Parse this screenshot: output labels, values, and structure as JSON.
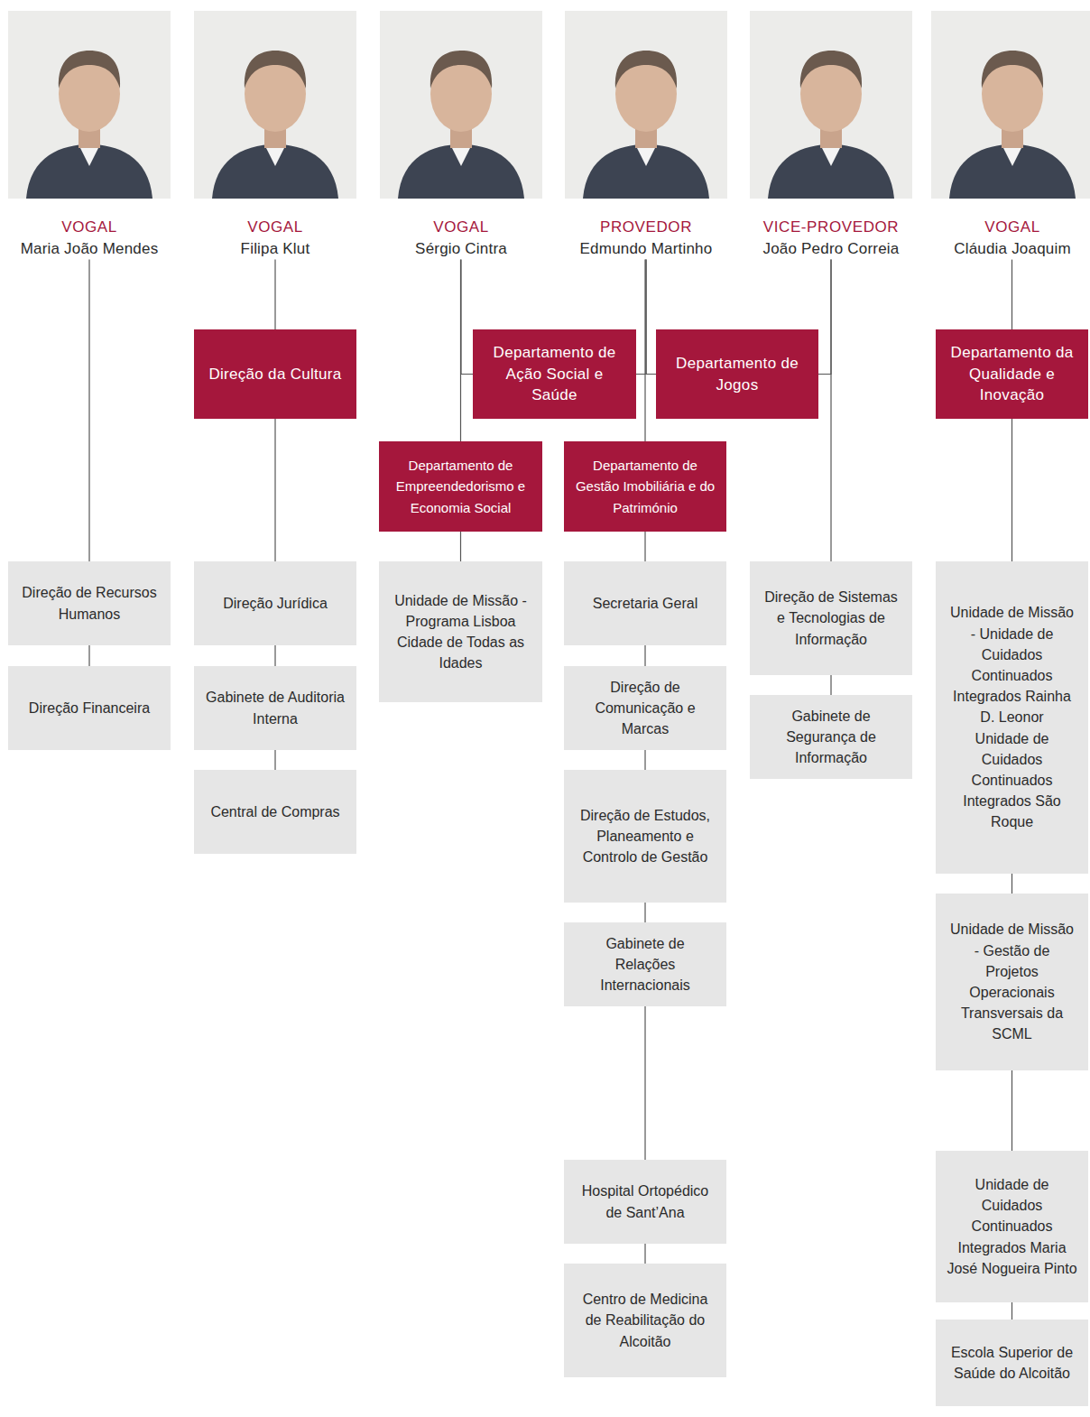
{
  "diagram": {
    "nodes": [
      {
        "text": [
          "VOGAL",
          "Maria João Mendes"
        ]
      },
      {
        "text": [
          "VOGAL",
          "Filipa Klut"
        ]
      },
      {
        "text": [
          "VOGAL",
          "Sérgio Cintra"
        ]
      },
      {
        "text": [
          "PROVEDOR",
          "Edmundo Martinho"
        ]
      },
      {
        "text": [
          "VICE-PROVEDOR",
          "João Pedro Correia"
        ]
      },
      {
        "text": [
          "VOGAL",
          "Cláudia Joaquim"
        ]
      },
      {
        "text": [
          "Direção da Cultura"
        ]
      },
      {
        "text": [
          "Departamento de Ação Social e Saúde"
        ]
      },
      {
        "text": [
          "Departamento de Jogos"
        ]
      },
      {
        "text": [
          "Departamento da Qualidade e Inovação"
        ]
      },
      {
        "text": [
          "Departamento de Empreendedorismo e Economia Social"
        ]
      },
      {
        "text": [
          "Departamento de Gestão Imobiliária e do Património"
        ]
      },
      {
        "text": [
          "Direção de Recursos Humanos"
        ]
      },
      {
        "text": [
          "Direção Financeira"
        ]
      },
      {
        "text": [
          "Direção Jurídica"
        ]
      },
      {
        "text": [
          "Gabinete de Auditoria Interna"
        ]
      },
      {
        "text": [
          "Central de Compras"
        ]
      },
      {
        "text": [
          "Unidade de Missão - Programa Lisboa Cidade de Todas as Idades"
        ]
      },
      {
        "text": [
          "Secretaria Geral"
        ]
      },
      {
        "text": [
          "Direção de Comunicação e Marcas"
        ]
      },
      {
        "text": [
          "Direção de Estudos, Planeamento e Controlo de Gestão"
        ]
      },
      {
        "text": [
          "Gabinete de Relações Internacionais"
        ]
      },
      {
        "text": [
          "Hospital Ortopédico de Sant’Ana"
        ]
      },
      {
        "text": [
          "Centro de Medicina de Reabilitação do Alcoitão"
        ]
      },
      {
        "text": [
          "Direção de Sistemas e Tecnologias de Informação"
        ]
      },
      {
        "text": [
          "Gabinete de Segurança de Informação"
        ]
      },
      {
        "text": [
          "Unidade de Missão - Unidade de Cuidados Continuados Integrados Rainha D. Leonor",
          "Unidade de Cuidados Continuados Integrados São Roque"
        ]
      },
      {
        "text": [
          "Unidade de Missão - Gestão de Projetos Operacionais Transversais da SCML"
        ]
      },
      {
        "text": [
          "Unidade de Cuidados Continuados Integrados Maria José Nogueira Pinto"
        ]
      },
      {
        "text": [
          "Escola Superior de Saúde do Alcoitão"
        ]
      }
    ],
    "edges": [
      {
        "from": 0,
        "to": 12,
        "arrow": "none"
      },
      {
        "from": 12,
        "to": 13,
        "arrow": "none"
      },
      {
        "from": 1,
        "to": 6,
        "arrow": "none"
      },
      {
        "from": 6,
        "to": 14,
        "arrow": "none"
      },
      {
        "from": 14,
        "to": 15,
        "arrow": "none"
      },
      {
        "from": 15,
        "to": 16,
        "arrow": "none"
      },
      {
        "from": 2,
        "to": 7,
        "arrow": "none"
      },
      {
        "from": 2,
        "to": 10,
        "arrow": "none"
      },
      {
        "from": 10,
        "to": 17,
        "arrow": "none"
      },
      {
        "from": 3,
        "to": 7,
        "arrow": "none"
      },
      {
        "from": 3,
        "to": 8,
        "arrow": "none"
      },
      {
        "from": 3,
        "to": 11,
        "arrow": "none"
      },
      {
        "from": 11,
        "to": 18,
        "arrow": "none"
      },
      {
        "from": 18,
        "to": 19,
        "arrow": "none"
      },
      {
        "from": 19,
        "to": 20,
        "arrow": "none"
      },
      {
        "from": 20,
        "to": 21,
        "arrow": "none"
      },
      {
        "from": 21,
        "to": 22,
        "arrow": "none"
      },
      {
        "from": 22,
        "to": 23,
        "arrow": "none"
      },
      {
        "from": 4,
        "to": 8,
        "arrow": "none"
      },
      {
        "from": 4,
        "to": 24,
        "arrow": "none"
      },
      {
        "from": 24,
        "to": 25,
        "arrow": "none"
      },
      {
        "from": 5,
        "to": 9,
        "arrow": "none"
      },
      {
        "from": 9,
        "to": 26,
        "arrow": "none"
      },
      {
        "from": 26,
        "to": 27,
        "arrow": "none"
      },
      {
        "from": 27,
        "to": 28,
        "arrow": "none"
      },
      {
        "from": 28,
        "to": 29,
        "arrow": "none"
      }
    ]
  }
}
